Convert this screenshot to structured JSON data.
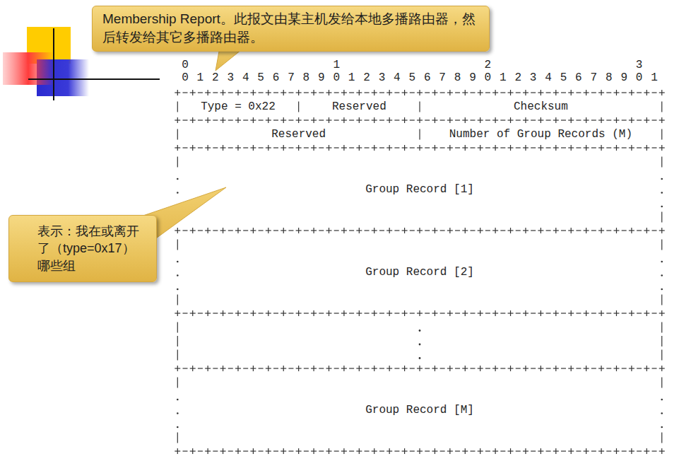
{
  "diagram": {
    "nodes": [
      {
        "text": [
          "Membership Report。此报文由某主机发给本地多播路由器，然后转发给其它多播路由器。"
        ]
      },
      {
        "text": [
          "Type = 0x22"
        ]
      },
      {
        "text": [
          "Reserved"
        ]
      },
      {
        "text": [
          "Checksum"
        ]
      },
      {
        "text": [
          "Reserved"
        ]
      },
      {
        "text": [
          "Number of Group Records (M)"
        ]
      },
      {
        "text": [
          "表示：我在或离开了（type=0x17）哪些组"
        ]
      },
      {
        "text": [
          "Group Record [1]"
        ]
      },
      {
        "text": [
          "Group Record [2]"
        ]
      },
      {
        "text": [
          "Group Record [M]"
        ]
      }
    ],
    "labels": [
      "0",
      "1",
      "2",
      "3",
      "0 1 2 3 4 5 6 7 8 9 0 1 2 3 4 5 6 7 8 9 0 1 2 3 4 5 6 7 8 9 0 1"
    ]
  }
}
